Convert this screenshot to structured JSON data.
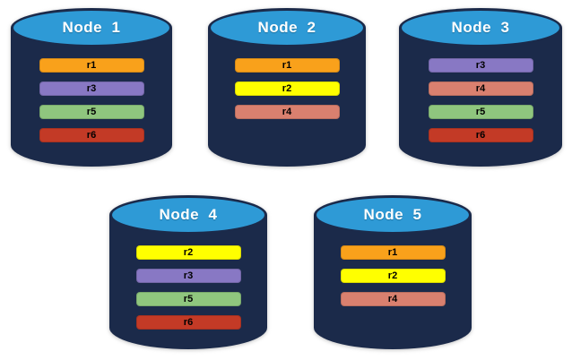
{
  "colors": {
    "cylinder_body": "#1B2A4A",
    "cylinder_top": "#2E9AD6",
    "background": "#FFFFFF",
    "title_text": "#FFFFFF",
    "bar_text": "#000000",
    "replica_palette": {
      "r1": "#F9A11B",
      "r2": "#FFFF00",
      "r3": "#8878C4",
      "r4": "#D9806F",
      "r5": "#8FC67E",
      "r6": "#C33A26"
    }
  },
  "nodes": [
    {
      "title": "Node  1",
      "replicas": [
        {
          "label": "r1",
          "color": "#F9A11B"
        },
        {
          "label": "r3",
          "color": "#8878C4"
        },
        {
          "label": "r5",
          "color": "#8FC67E"
        },
        {
          "label": "r6",
          "color": "#C33A26"
        }
      ]
    },
    {
      "title": "Node  2",
      "replicas": [
        {
          "label": "r1",
          "color": "#F9A11B"
        },
        {
          "label": "r2",
          "color": "#FFFF00"
        },
        {
          "label": "r4",
          "color": "#D9806F"
        }
      ]
    },
    {
      "title": "Node  3",
      "replicas": [
        {
          "label": "r3",
          "color": "#8878C4"
        },
        {
          "label": "r4",
          "color": "#D9806F"
        },
        {
          "label": "r5",
          "color": "#8FC67E"
        },
        {
          "label": "r6",
          "color": "#C33A26"
        }
      ]
    },
    {
      "title": "Node  4",
      "replicas": [
        {
          "label": "r2",
          "color": "#FFFF00"
        },
        {
          "label": "r3",
          "color": "#8878C4"
        },
        {
          "label": "r5",
          "color": "#8FC67E"
        },
        {
          "label": "r6",
          "color": "#C33A26"
        }
      ]
    },
    {
      "title": "Node  5",
      "replicas": [
        {
          "label": "r1",
          "color": "#F9A11B"
        },
        {
          "label": "r2",
          "color": "#FFFF00"
        },
        {
          "label": "r4",
          "color": "#D9806F"
        }
      ]
    }
  ]
}
